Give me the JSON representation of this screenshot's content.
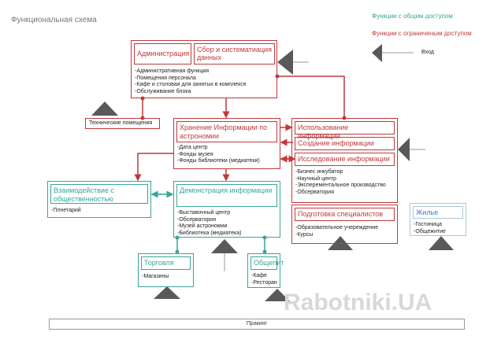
{
  "title": "Функциональная схема",
  "legend": {
    "public": "Функции с общим доступом",
    "restricted": "Функции с ограниченым доступом",
    "entrance": "Вход"
  },
  "colors": {
    "restricted": "#c0393b",
    "public": "#3aa59a",
    "housing": "#3a7fc0"
  },
  "admin": {
    "title1": "Администрация",
    "title2": "Сбор и систематиация данных",
    "items": [
      "-Административная функция",
      "-Помещения персонала",
      "-Кафе и столовая для занятых в комплексе",
      "-Обслуживание блока"
    ]
  },
  "tech": {
    "title": "Технические помещения"
  },
  "storage": {
    "title": "Хранение Информации по астрономии",
    "items": [
      "-Дата центр",
      "-Фонды музея",
      "-Фонды библиотеки (медиатеки)"
    ]
  },
  "usage": {
    "title1": "Использование информации",
    "title2": "Создание информации",
    "title3": "Исследование информации",
    "items": [
      "-Бизнес инкубатор",
      "-Научный центр",
      "-Эксперементальное производство",
      "-Обсерватория"
    ]
  },
  "public_rel": {
    "title": "Взаимодействие с общественностью",
    "items": [
      "-Плнетарий"
    ]
  },
  "demo": {
    "title": "Демонстрация информации",
    "items": [
      "-Выставочный центр",
      "-Обсерватория",
      "-Музей астрономии",
      "-Библиотека (медиатека)"
    ]
  },
  "training": {
    "title": "Подготовка специалистов",
    "items": [
      "-Образовательное учереждение",
      "-Курсы"
    ]
  },
  "housing": {
    "title": "Жилье",
    "items": [
      "-Гостиница",
      "-Общежитие"
    ]
  },
  "trade": {
    "title": "Торговля",
    "items": [
      "-Магазины"
    ]
  },
  "food": {
    "title": "Общепит",
    "items": [
      "-Кафе",
      "-Ресторан"
    ]
  },
  "parking": "Пракинг",
  "watermark": "Rabotniki.UA"
}
